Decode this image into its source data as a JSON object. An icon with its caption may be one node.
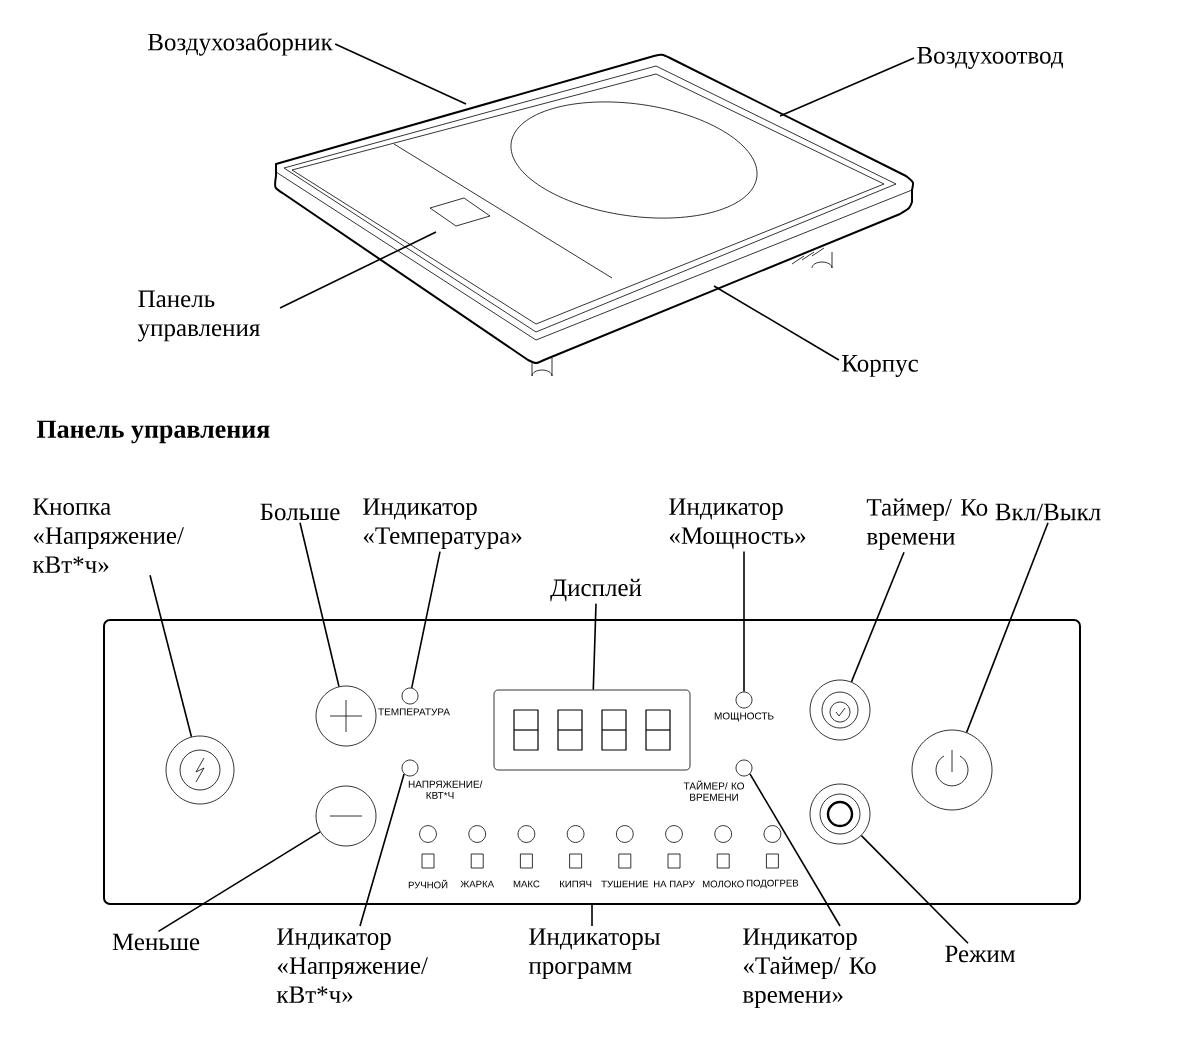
{
  "diagram": {
    "nodes": [
      {
        "text": [
          "Воздухозаборник"
        ]
      },
      {
        "text": [
          "Воздухоотвод"
        ]
      },
      {
        "text": [
          "Панель управления"
        ]
      },
      {
        "text": [
          "Корпус"
        ]
      },
      {
        "text": [],
        "shape": "picture"
      },
      {
        "text": [
          "Кнопка «Напряжение/ кВт*ч»"
        ]
      },
      {
        "text": [
          "Больше"
        ]
      },
      {
        "text": [
          "Индикатор «Температура»"
        ]
      },
      {
        "text": [
          "Индикатор «Мощность»"
        ]
      },
      {
        "text": [
          "Таймер/ Ко времени"
        ]
      },
      {
        "text": [
          "Вкл/Выкл"
        ]
      },
      {
        "text": [
          "Дисплей"
        ]
      },
      {
        "text": [],
        "shape": "box"
      },
      {
        "text": [],
        "shape": "circle",
        "in": 12
      },
      {
        "text": [],
        "shape": "circle",
        "in": 12
      },
      {
        "text": [],
        "shape": "circle",
        "in": 12
      },
      {
        "text": [],
        "shape": "circle",
        "in": 12,
        "beside": [
          "ТЕМПЕРАТУРА"
        ]
      },
      {
        "text": [],
        "shape": "circle",
        "in": 12,
        "beside": [
          "НАПРЯЖЕНИЕ/ КВТ*Ч"
        ]
      },
      {
        "text": [],
        "shape": "box",
        "in": 12
      },
      {
        "text": [],
        "shape": "circle",
        "in": 12,
        "beside": [
          "МОЩНОСТЬ"
        ]
      },
      {
        "text": [],
        "shape": "circle",
        "in": 12,
        "beside": [
          "ТАЙМЕР/ КО ВРЕМЕНИ"
        ]
      },
      {
        "text": [],
        "shape": "circle",
        "in": 12
      },
      {
        "text": [],
        "shape": "circle",
        "in": 12
      },
      {
        "text": [],
        "shape": "circle",
        "in": 12
      },
      {
        "text": [
          "Меньше"
        ]
      },
      {
        "text": [
          "Индикатор «Напряжение/ кВт*ч»"
        ]
      },
      {
        "text": [
          "Индикаторы программ"
        ]
      },
      {
        "text": [
          "Индикатор «Таймер/ Ко времени»"
        ]
      },
      {
        "text": [
          "Режим"
        ]
      }
    ],
    "edges": [
      {
        "from": 0,
        "to": 4,
        "arrow": "none"
      },
      {
        "from": 1,
        "to": 4,
        "arrow": "none"
      },
      {
        "from": 2,
        "to": 4,
        "arrow": "none"
      },
      {
        "from": 3,
        "to": 4,
        "arrow": "none"
      },
      {
        "from": 5,
        "to": 13,
        "arrow": "none"
      },
      {
        "from": 6,
        "to": 14,
        "arrow": "none"
      },
      {
        "from": 7,
        "to": 16,
        "arrow": "none"
      },
      {
        "from": 11,
        "to": 18,
        "arrow": "none"
      },
      {
        "from": 8,
        "to": 19,
        "arrow": "none"
      },
      {
        "from": 9,
        "to": 21,
        "arrow": "none"
      },
      {
        "from": 10,
        "to": 23,
        "arrow": "none"
      },
      {
        "from": 24,
        "to": 15,
        "arrow": "none"
      },
      {
        "from": 25,
        "to": 17,
        "arrow": "none"
      },
      {
        "from": 26,
        "to": 12,
        "arrow": "none"
      },
      {
        "from": 27,
        "to": 20,
        "arrow": "none"
      },
      {
        "from": 28,
        "to": 22,
        "arrow": "none"
      }
    ],
    "labels": [
      "Панель управления",
      "РУЧНОЙ",
      "ЖАРКА",
      "МАКС",
      "КИПЯЧ",
      "ТУШЕНИЕ",
      "НА ПАРУ",
      "МОЛОКО",
      "ПОДОГРЕВ"
    ]
  }
}
